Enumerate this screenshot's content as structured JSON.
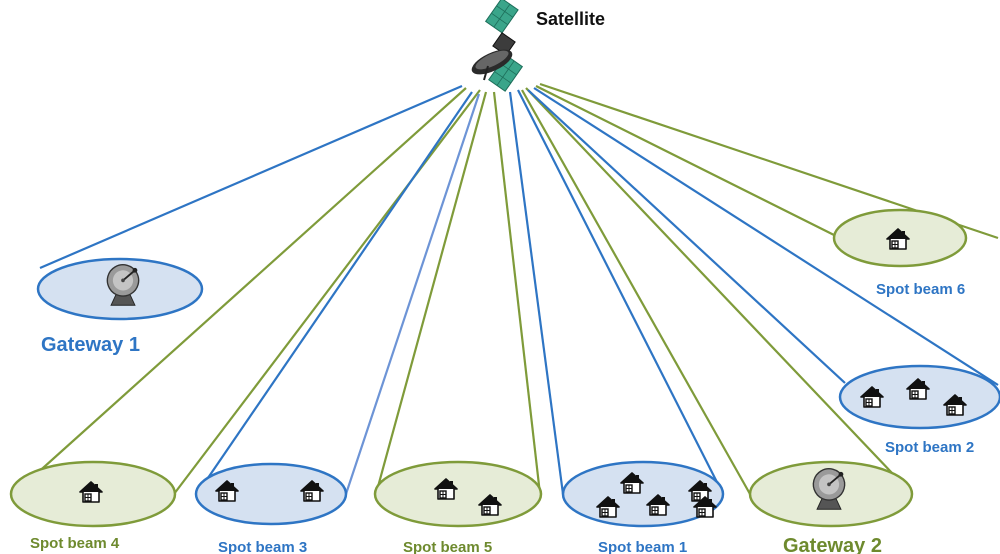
{
  "satellite": {
    "label": "Satellite",
    "icon": "satellite-icon"
  },
  "colors": {
    "blue_stroke": "#2e75c4",
    "blue_fill": "#d5e1f1",
    "green_stroke": "#7f9b3a",
    "green_fill": "#e6ecd7",
    "blue_text": "#2e75c4",
    "green_text": "#6e8a2e"
  },
  "gateways": [
    {
      "id": "gateway-1",
      "label": "Gateway 1",
      "color": "blue",
      "icon": "satellite-dish-icon"
    },
    {
      "id": "gateway-2",
      "label": "Gateway 2",
      "color": "green",
      "icon": "satellite-dish-icon"
    }
  ],
  "spot_beams": [
    {
      "id": "spot-beam-1",
      "label": "Spot beam 1",
      "color": "blue",
      "houses": 5,
      "icon": "house-icon"
    },
    {
      "id": "spot-beam-2",
      "label": "Spot beam 2",
      "color": "blue",
      "houses": 3,
      "icon": "house-icon"
    },
    {
      "id": "spot-beam-3",
      "label": "Spot beam 3",
      "color": "blue",
      "houses": 2,
      "icon": "house-icon"
    },
    {
      "id": "spot-beam-4",
      "label": "Spot beam 4",
      "color": "green",
      "houses": 1,
      "icon": "house-icon"
    },
    {
      "id": "spot-beam-5",
      "label": "Spot beam 5",
      "color": "green",
      "houses": 2,
      "icon": "house-icon"
    },
    {
      "id": "spot-beam-6",
      "label": "Spot beam 6",
      "color": "green",
      "houses": 1,
      "icon": "house-icon"
    }
  ]
}
